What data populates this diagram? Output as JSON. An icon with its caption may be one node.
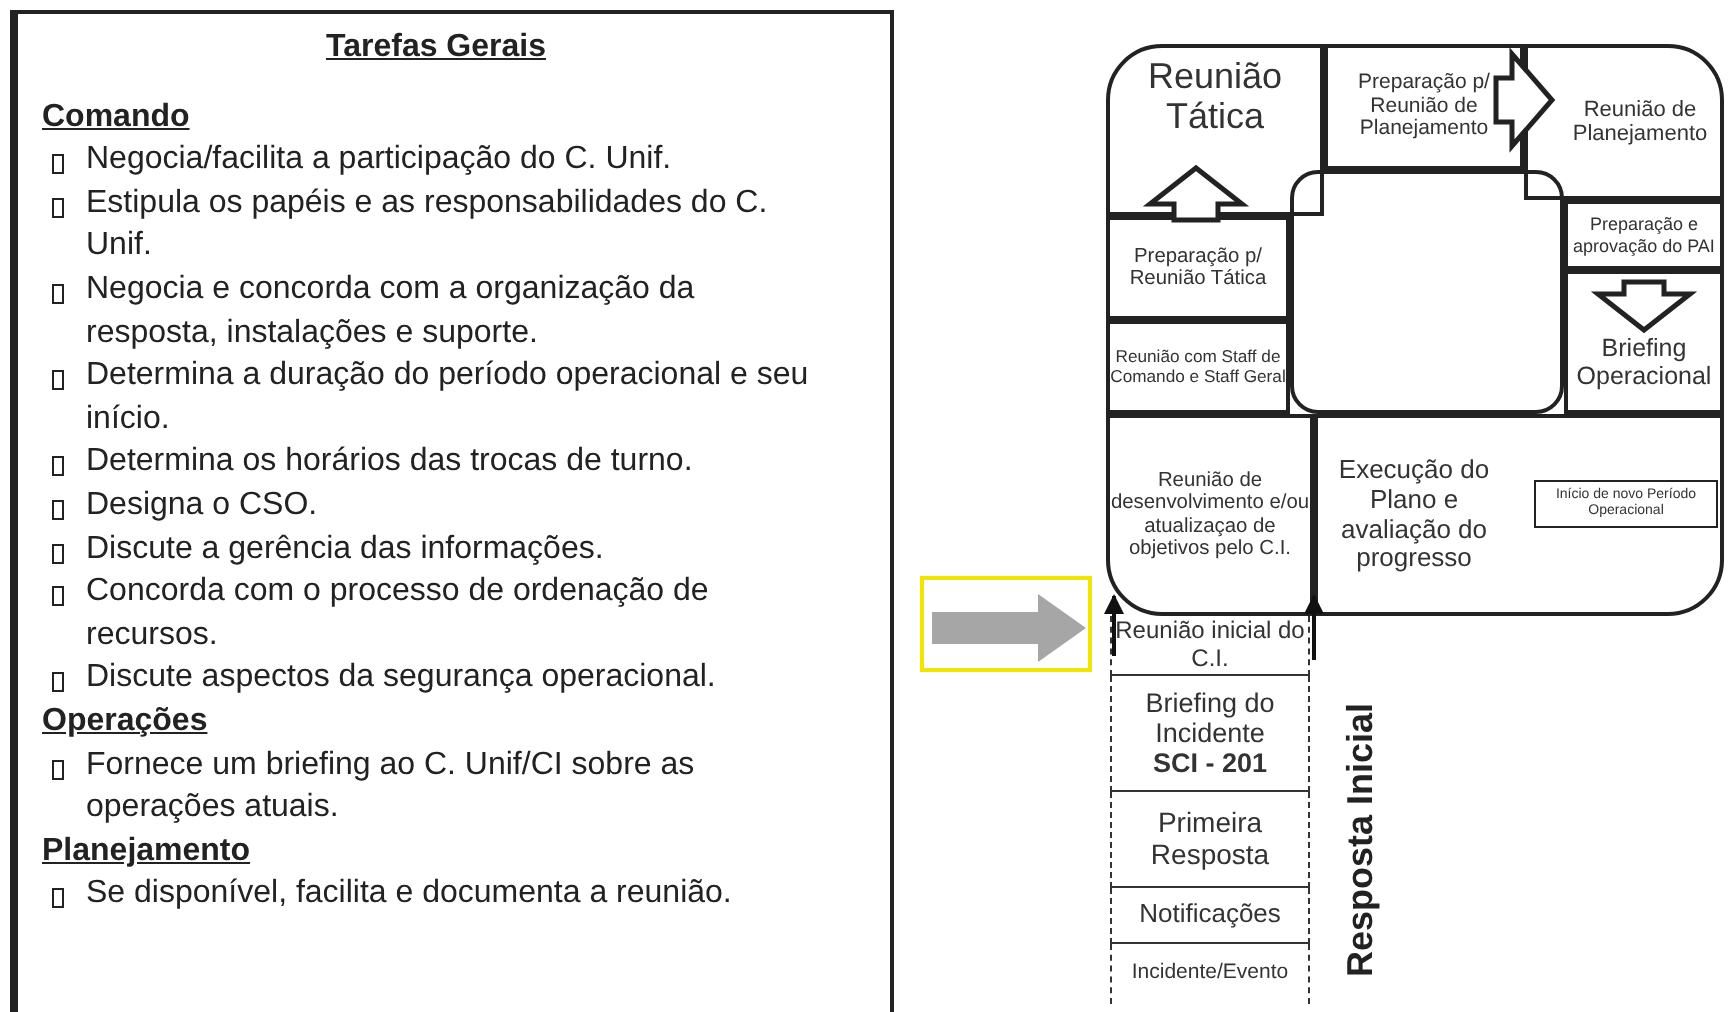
{
  "diagram": {
    "nodes": [
      {
        "text": [
          "Tarefas Gerais",
          "Comando",
          "Negocia/facilita a participação do C. Unif.",
          "Estipula os papéis e as responsabilidades do C. Unif.",
          "Negocia e concorda com a organização da resposta, instalações e suporte.",
          "Determina a duração do período operacional e seu início.",
          "Determina os horários das trocas de turno.",
          "Designa o CSO.",
          "Discute a gerência das informações.",
          "Concorda com o processo de ordenação de recursos.",
          "Discute aspectos da segurança operacional.",
          "Operações",
          "Fornece um briefing ao C. Unif/CI sobre as operações atuais.",
          "Planejamento",
          "Se disponível, facilita e documenta a reunião."
        ]
      },
      {
        "text": [
          "Reunião Tática"
        ]
      },
      {
        "text": [
          "Preparação p/ Reunião de Planejamento"
        ]
      },
      {
        "text": [
          "Reunião de Planejamento"
        ]
      },
      {
        "text": [
          "Preparação e aprovação do PAI"
        ]
      },
      {
        "text": [
          "Briefing Operacional"
        ]
      },
      {
        "text": [
          "Início de novo Período Operacional"
        ],
        "in": 7
      },
      {
        "text": [
          "Execução do Plano e avaliação do progresso"
        ]
      },
      {
        "text": [
          "Reunião de desenvolvimento e/ou atualizaçao de objetivos pelo C.I."
        ]
      },
      {
        "text": [
          "Reunião com Staff de Comando e Staff Geral"
        ]
      },
      {
        "text": [
          "Preparação p/ Reunião Tática"
        ]
      },
      {
        "text": [],
        "shape": "box"
      },
      {
        "text": [
          "Reunião inicial do C.I."
        ]
      },
      {
        "text": [
          "Briefing do Incidente",
          "SCI - 201"
        ]
      },
      {
        "text": [
          "Primeira Resposta"
        ]
      },
      {
        "text": [
          "Notificações"
        ]
      },
      {
        "text": [
          "Incidente/Evento"
        ]
      }
    ],
    "edges": [
      {
        "from": 10,
        "to": 1,
        "arrow": "to",
        "style": "thick"
      },
      {
        "from": 2,
        "to": 3,
        "arrow": "to",
        "style": "thick"
      },
      {
        "from": 4,
        "to": 5,
        "arrow": "to",
        "style": "thick"
      },
      {
        "from": 12,
        "to": 8,
        "arrow": "to"
      },
      {
        "from": 12,
        "to": 7,
        "arrow": "to"
      },
      {
        "from": null,
        "to": 12,
        "arrow": "to",
        "style": "thick",
        "color": "#a6a6a6"
      }
    ],
    "labels": [
      "Resposta Inicial"
    ]
  }
}
